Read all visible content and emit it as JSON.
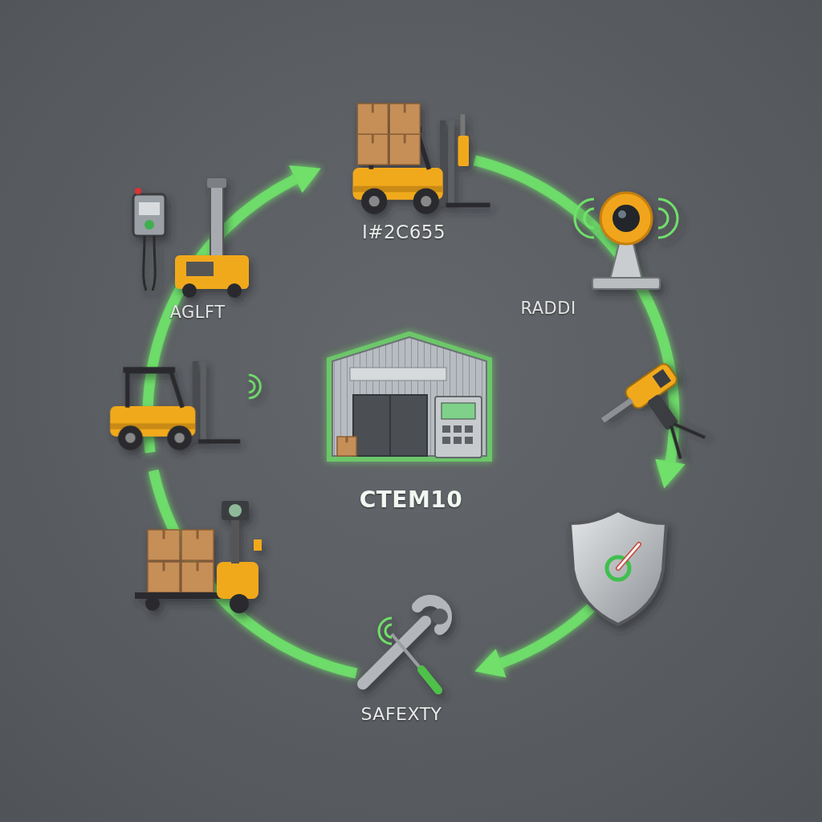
{
  "diagram": {
    "labels": [
      "I#2C655",
      "AGLFT",
      "RADDI",
      "CTEM10",
      "SAFEXTY"
    ]
  }
}
